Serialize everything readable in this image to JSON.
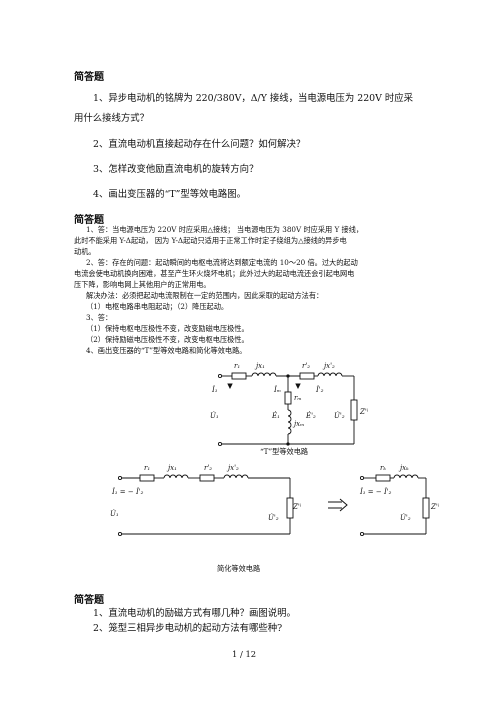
{
  "section1": {
    "heading": "简答题",
    "q1_line1": "1、异步电动机的铭牌为 220/380V，Δ/Y 接线，当电源电压为 220V 时应采",
    "q1_line2": "用什么接线方式？",
    "q2": "2、直流电动机直接起动存在什么问题？如何解决？",
    "q3": "3、怎样改变他励直流电机的旋转方向？",
    "q4": "4、画出变压器的“T”型等效电路图。"
  },
  "answers": {
    "heading": "简答题",
    "a1_l1": "1、答：当电源电压为 220V 时应采用△接线；  当电源电压为 380V 时应采用 Y 接线，",
    "a1_l2": "此时不能采用 Y-Δ起动，  因为 Y-Δ起动只适用于正常工作时定子绕组为△接线的异步电",
    "a1_l3": "动机。",
    "a2_l1": "2、答：存在的问题：起动瞬间的电枢电流将达到额定电流的 10～20 倍。过大的起动",
    "a2_l2": "电流会使电动机换向困难，甚至产生环火烧坏电机；此外过大的起动电流还会引起电网电",
    "a2_l3": "压下降，影响电网上其他用户的正常用电。",
    "a2_l4": "解决办法：必须把起动电流限制在一定的范围内，因此采取的起动方法有：",
    "a2_l5": "（1）电枢电路串电阻起动；（2）降压起动。",
    "a3_l0": "3、答：",
    "a3_l1": "（1）保持电枢电压极性不变，改变励磁电压极性。",
    "a3_l2": "（2）保持励磁电压极性不变，改变电枢电压极性。",
    "a4": "4、画出变压器的“T”型等效电路和简化等效电路。"
  },
  "diagram_t": {
    "label": "“T”型等效电路",
    "r1": "r₁",
    "jx1": "jx₁",
    "r2p": "r'₂",
    "jx2p": "jx'₂",
    "rm": "rₘ",
    "jxm": "jxₘ",
    "I1": "İ₁",
    "Im": "İₘ",
    "I2p": "İ'₂",
    "U1": "U̇₁",
    "E1": "Ė₁",
    "E2p": "Ė'₂",
    "U2p": "U̇'₂",
    "ZL": "Z'ⁱ"
  },
  "diagram_simple": {
    "label": "简化等效电路",
    "r1": "r₁",
    "jx1": "jx₁",
    "r2p": "r'₂",
    "jx2p": "jx'₂",
    "rk": "rₖ",
    "jxk": "jxₖ",
    "current": "İ₁ = − İ'₂",
    "U1": "U̇₁",
    "U2p": "U̇'₂",
    "ZL": "Z'ⁱ"
  },
  "section3": {
    "heading": "简答题",
    "q1": "1、直流电动机的励磁方式有哪几种？画图说明。",
    "q2": "2、笼型三相异步电动机的起动方法有哪些种?"
  },
  "footer": {
    "page": "1 / 12"
  }
}
